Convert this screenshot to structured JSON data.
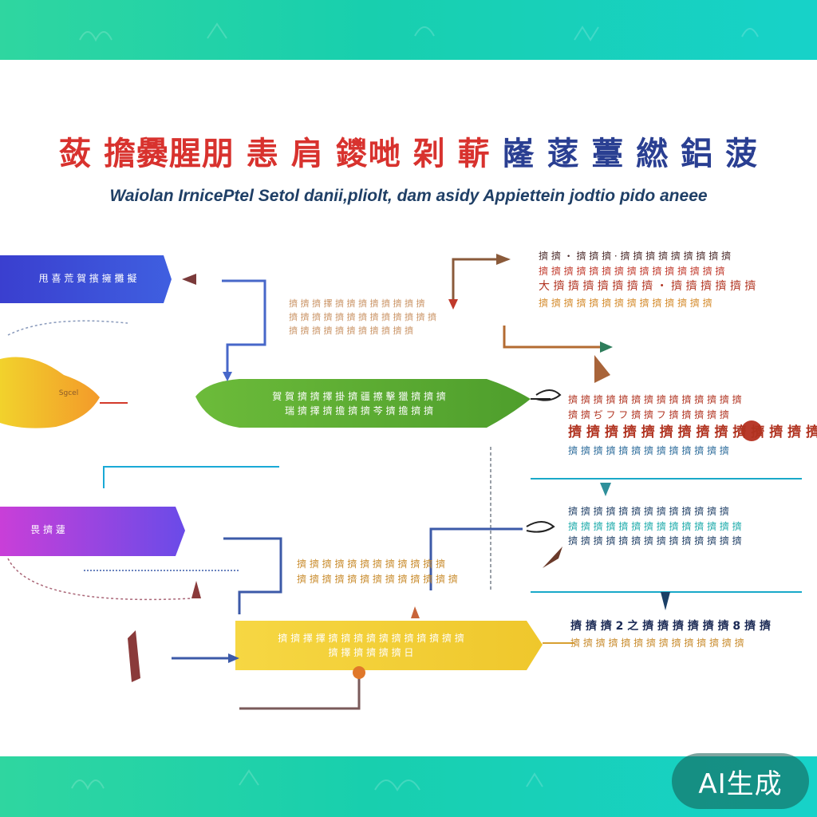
{
  "header": {
    "title_part1": "蔹 擔爨腥朋 恚 肩 鑁哋 刴 蔪",
    "title_part2": "嶐 蓫 薹 繎 鋁 菠",
    "subtitle": "Waiolan IrnicePtel Setol danii,pliolt, dam asidy Appiettein jodtio pido aneee"
  },
  "nodes": {
    "blue_label": "甩 喜 荒 賀 擯 擁 攤 擬",
    "green_line1": "賀 賀 擠 擠 擇 掛 擠 疆 擦 擊 獵 擠 擠 擠",
    "green_line2": "瑞 擠 擇 擠 擔 擠 擠 芩 擠 擔 擠 擠",
    "yellow_left_label": "Sgcel",
    "purple_label": "畏 擠 蘧",
    "yellow_bottom_line1": "擠 擠 擇 擇 擠 擠 擠 擠 擠 擠 擠 擠 擠 擠 擠",
    "yellow_bottom_line2": "擠 擇 擠 擠 擠 擠 日"
  },
  "notes": {
    "upper_center": [
      "擠 擠 擠 擇 擠 擠 擠 擠 擠 擠 擠 擠",
      "擠 擠 擠 擠 擠 擠 擠 擠 擠 擠 擠 擠 擠",
      "擠 擠 擠 擠 擠 擠 擠 擠 擠 擠 擠"
    ],
    "mid_center": [
      "擠 擠 擠 擠 擠 擠 擠 擠 擠 擠 擠 擠",
      "擠 擠 擠 擠 擠 擠 擠 擠 擠 擠 擠 擠 擠"
    ],
    "right_top": [
      "擠 擠 ・ 擠 擠 擠 · 擠 擠 擠 擠 擠 擠 擠 擠 擠",
      "擠 擠 擠 擠 擠 擠 擠 擠 擠 擠 擠 擠 擠 擠 擠",
      "大 擠 擠 擠 擠 擠 擠 擠 ・ 擠 擠 擠 擠 擠 擠",
      "擠 擠 擠 擠 擠 擠 擠 擠 擠 擠 擠 擠 擠 擠"
    ],
    "right_mid": [
      "擠 擠 擠 擠 擠 擠 擠 擠 擠 擠 擠 擠 擠 擠",
      "擠 擠 ぢ フ フ 擠 擠 フ 擠 擠 擠 擠 擠",
      "擠 擠 擠 擠 擠 擠 擠 擠 擠 擠 擠 擠 擠 擠",
      "擠 擠 擠 擠 擠 擠 擠 擠 擠 擠 擠 擠 擠"
    ],
    "right_lower": [
      "擠 擠 擠 擠 擠 擠 擠 擠 擠 擠 擠 擠 擠",
      "擠 擠 擠 擠 擠 擠 擠 擠 擠 擠 擠 擠 擠 擠",
      "擠 擠 擠 擠 擠 擠 擠 擠 擠 擠 擠 擠 擠 擠"
    ],
    "right_bottom": [
      "擠 擠 擠 2 之 擠 擠 擠 擠 擠 擠 8 擠 擠",
      "擠 擠 擠 擠 擠 擠 擠 擠 擠 擠 擠 擠 擠 擠"
    ]
  },
  "badge": {
    "label": "AI生成"
  },
  "colors": {
    "blue": "#3b4fd0",
    "green": "#5aa832",
    "yellow": "#f3c82b",
    "purple": "#b43ce0",
    "yellow_bottom": "#f1cf3c",
    "title_red": "#d8322e",
    "title_navy": "#2a3f92",
    "teal": "#19b5c0"
  }
}
